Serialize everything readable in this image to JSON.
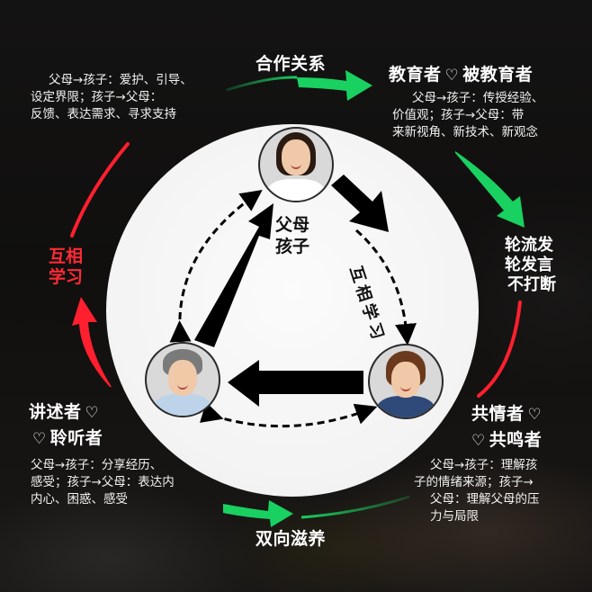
{
  "colors": {
    "background": "#121110",
    "plate": "#f4f4f4",
    "green_arrow": "#19d160",
    "red_arrow": "#ff1f2e",
    "black_arrow": "#000000",
    "text": "#ffffff",
    "red_label": "#ff2a36"
  },
  "top": {
    "label": "合作关系",
    "left_desc": [
      "父母→孩子：爱护、引导、",
      "设定界限；孩子→父母：",
      "反馈、表达需求、寻求支持"
    ]
  },
  "top_right": {
    "title_a": "教育者",
    "heart_icon": "♡",
    "title_b": "被教育者",
    "desc": [
      "父母→孩子：传授经验、",
      "价值观；孩子→父母：带",
      "来新视角、新技术、新观念"
    ]
  },
  "right": {
    "label": [
      "轮流发",
      "轮发言",
      "不打断"
    ]
  },
  "left": {
    "label": [
      "互相",
      "学习"
    ]
  },
  "bottom_left": {
    "title_line1": "讲述者",
    "title_line2": "聆听者",
    "heart_icon": "♡",
    "desc": [
      "父母→孩子：分享经历、",
      "感受；孩子→父母：表达内",
      "内心、困惑、感受"
    ]
  },
  "bottom_right": {
    "title_line1": "共情者",
    "title_line2": "共鸣者",
    "heart_icon": "♡",
    "desc": [
      "父母→孩子：理解孩",
      "子的情绪来源；孩子→",
      "父母：理解父母的压",
      "力与局限"
    ]
  },
  "bottom": {
    "label": "双向滋养"
  },
  "center": {
    "label": [
      "父母",
      "孩子"
    ],
    "rotated_label": "互相学习",
    "avatars": [
      {
        "role": "mother",
        "position": "top"
      },
      {
        "role": "parent",
        "position": "bottom-left"
      },
      {
        "role": "child",
        "position": "bottom-right"
      }
    ]
  }
}
